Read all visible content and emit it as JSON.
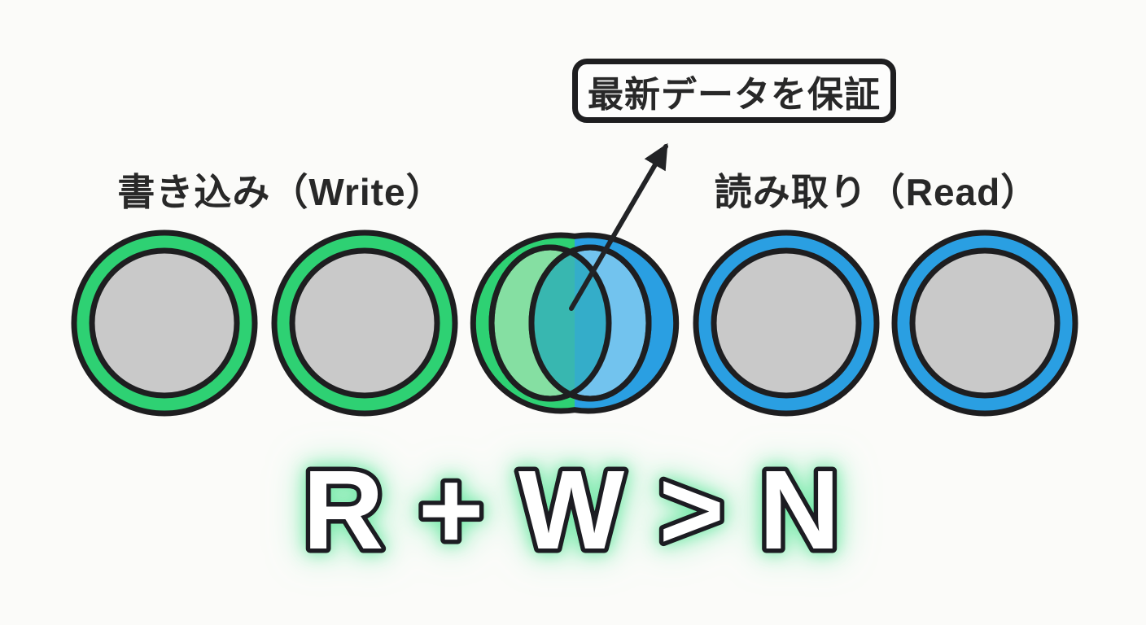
{
  "callout": {
    "text": "最新データを保証"
  },
  "labels": {
    "write": "書き込み（Write）",
    "read": "読み取り（Read）"
  },
  "formula": {
    "text": "R + W > N"
  },
  "nodes": {
    "write_nodes": 2,
    "read_nodes": 2,
    "shared_overlap_nodes": 1
  },
  "colors": {
    "background": "#fbfbf9",
    "outline": "#1e1e20",
    "green_ring": "#2ed173",
    "blue_ring": "#2a9fe2",
    "node_fill": "#c9c9c9",
    "light_green": "#85dfa2",
    "light_blue": "#72c3ee",
    "teal_left": "#38b7b0",
    "teal_right": "#34adc9",
    "glow_green": "#70e8a6",
    "text": "#282828"
  }
}
